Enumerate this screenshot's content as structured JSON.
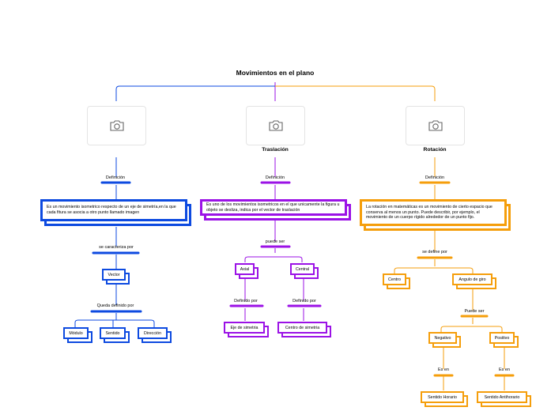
{
  "title": "Movimientos en el plano",
  "colors": {
    "blue": "#0d4ae0",
    "purple": "#9b12e6",
    "orange": "#f59e0b",
    "image_icon": "camera-icon"
  },
  "branches": [
    {
      "heading": "",
      "definition_label": "Definición",
      "definition": "Es un movimiento isometrico respecto de un eje de simetría,en la que cada fitura se asocia a otro punto llamado imagen",
      "link1": "se caracteriza por",
      "node1": "Vector",
      "link2": "Queda definido por",
      "leaves": [
        "Módulo",
        "Sentido",
        "Dirección"
      ]
    },
    {
      "heading": "Traslación",
      "definition_label": "Definición",
      "definition": "Es uno de los movimientos isometricos en el que unicamente la figura u objeto se desliza, indica por el vector de traslación",
      "link1": "puede ser",
      "children": [
        {
          "label": "Axial",
          "link": "Definido por",
          "leaf": "Eje de simetria"
        },
        {
          "label": "Central",
          "link": "Definido por",
          "leaf": "Centro de simetria"
        }
      ]
    },
    {
      "heading": "Rotación",
      "definition_label": "Definición",
      "definition": "La rotación en matemáticas es un movimiento de cierto espacio que conserva al menos un punto. Puede describir, por ejemplo, el movimiento de un cuerpo rígido alrededor de un punto fijo.",
      "link1": "se define por",
      "node_a": "Centro",
      "node_b": "Angulo de giro",
      "link2": "Puede ser",
      "children": [
        {
          "label": "Negativo",
          "link": "Es en",
          "leaf": "Sentido Horario"
        },
        {
          "label": "Positivo",
          "link": "Es en",
          "leaf": "Sentido Antihorario"
        }
      ]
    }
  ]
}
